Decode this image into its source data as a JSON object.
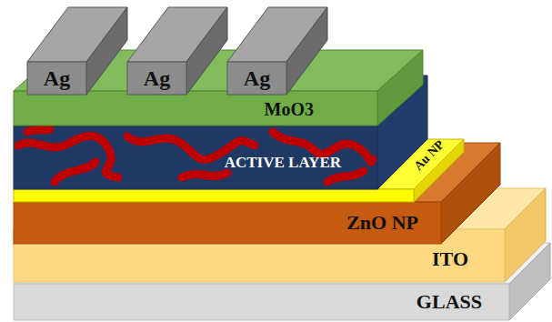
{
  "diagram": {
    "nodes": [
      {
        "text": [
          "Ag"
        ]
      },
      {
        "text": [
          "Ag"
        ]
      },
      {
        "text": [
          "Ag"
        ]
      },
      {
        "text": [
          "MoO3"
        ]
      },
      {
        "text": [
          "ACTIVE LAYER"
        ]
      },
      {
        "text": [
          "Au NP"
        ]
      },
      {
        "text": [
          "ZnO NP"
        ]
      },
      {
        "text": [
          "ITO"
        ]
      },
      {
        "text": [
          "GLASS"
        ]
      }
    ]
  }
}
